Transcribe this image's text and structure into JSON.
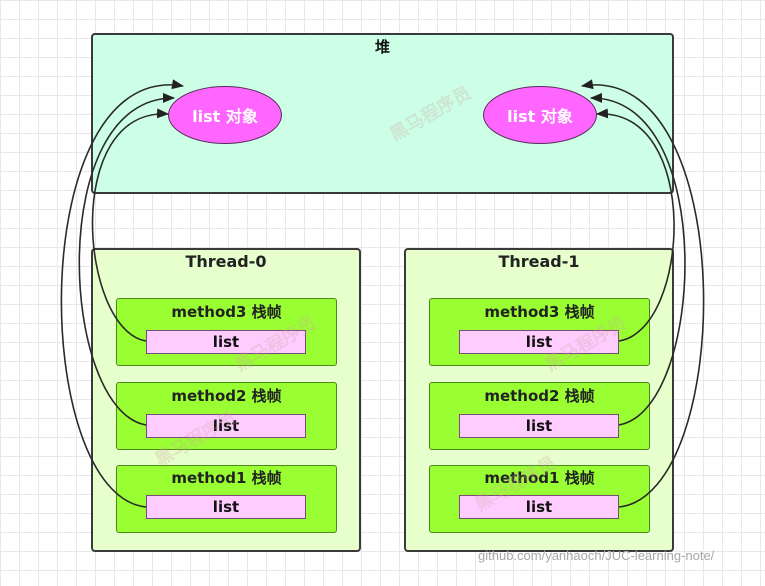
{
  "heap": {
    "title": "堆",
    "objects": [
      "list 对象",
      "list 对象"
    ]
  },
  "threads": [
    {
      "title": "Thread-0",
      "frames": [
        {
          "title": "method3 栈帧",
          "var": "list"
        },
        {
          "title": "method2 栈帧",
          "var": "list"
        },
        {
          "title": "method1 栈帧",
          "var": "list"
        }
      ]
    },
    {
      "title": "Thread-1",
      "frames": [
        {
          "title": "method3 栈帧",
          "var": "list"
        },
        {
          "title": "method2 栈帧",
          "var": "list"
        },
        {
          "title": "method1 栈帧",
          "var": "list"
        }
      ]
    }
  ],
  "watermark": {
    "text": "黑马程序员"
  },
  "credit": "github.com/yanhaoch/JUC-learning-note/",
  "colors": {
    "heap_fill": "#ccffe6",
    "object_fill": "#ff66ff",
    "thread_fill": "#e6ffcc",
    "frame_fill": "#99ff33",
    "var_fill": "#ffccff",
    "border": "#3a3a3a"
  }
}
